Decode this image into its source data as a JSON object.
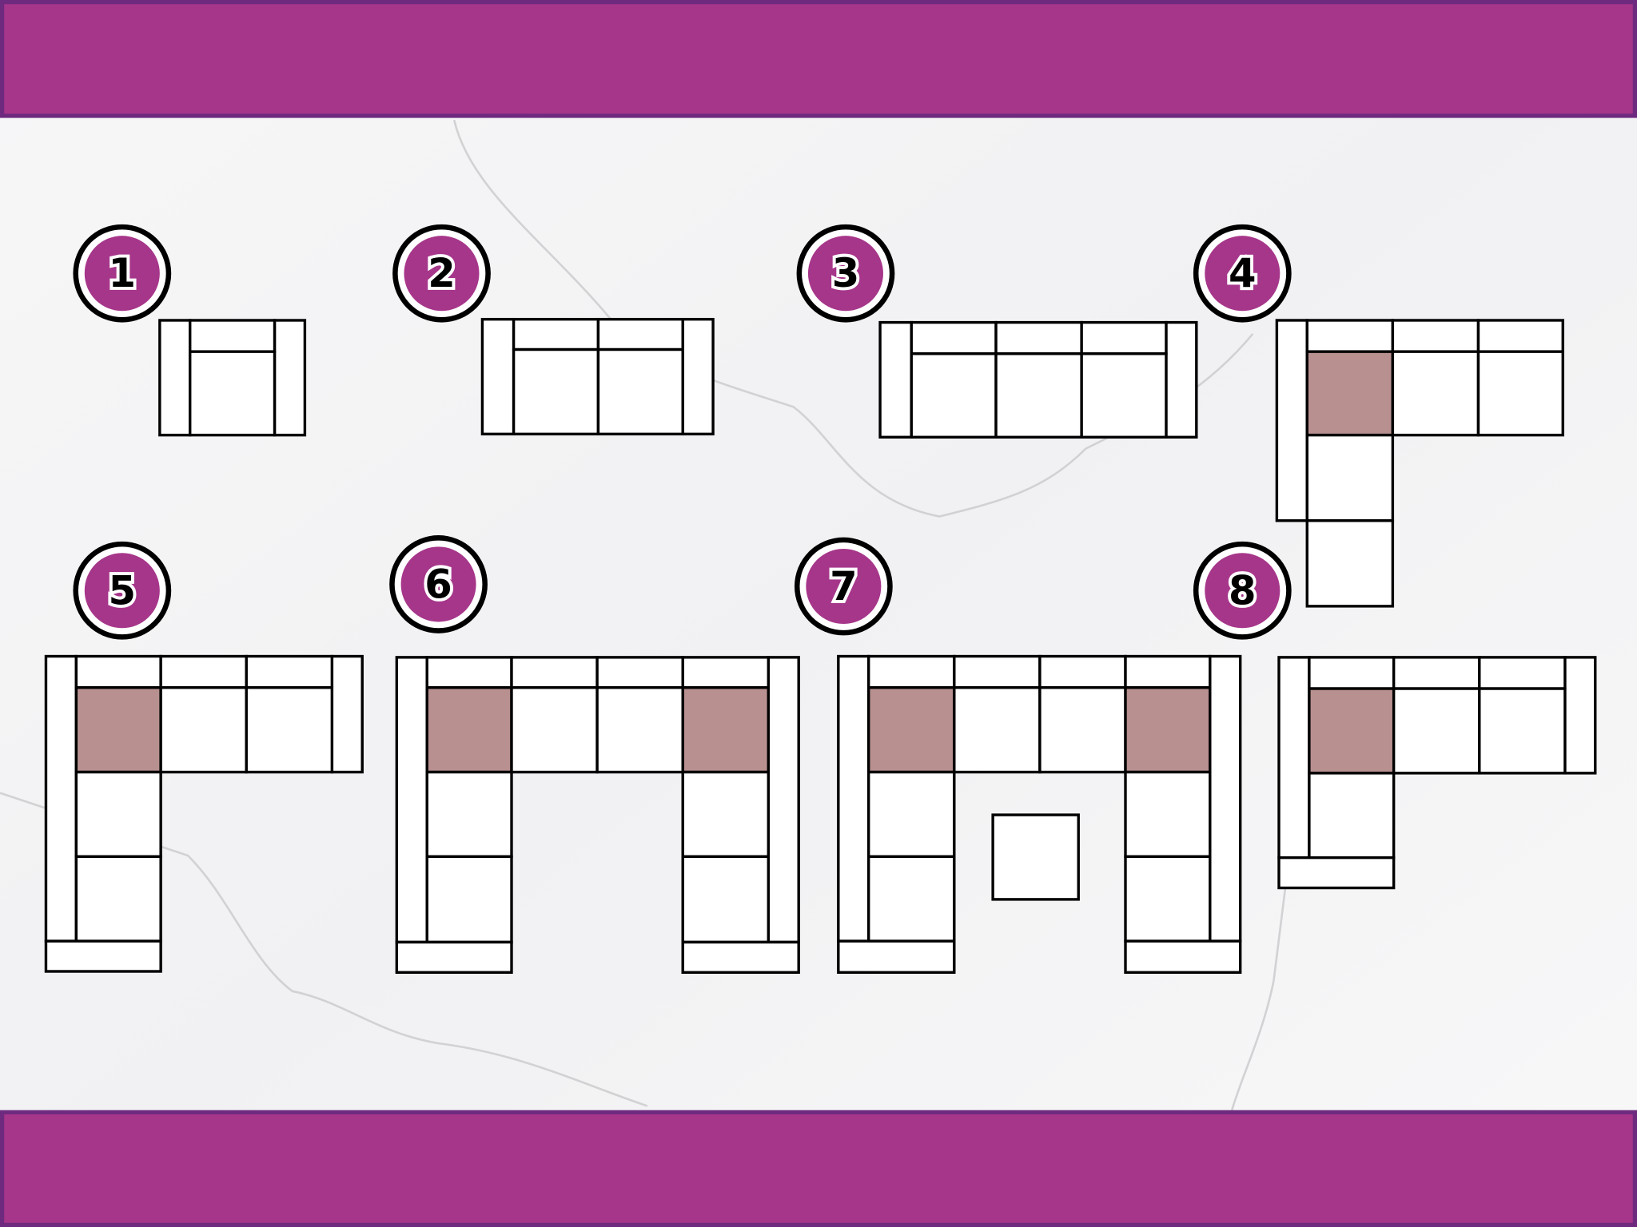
{
  "colors": {
    "banner": "#a6368a",
    "banner_border": "#6e2a7e",
    "shaded_seat": "#b89090",
    "background": "#f4f4f5"
  },
  "layouts": [
    {
      "number": "1",
      "type": "armchair"
    },
    {
      "number": "2",
      "type": "two-seat sofa"
    },
    {
      "number": "3",
      "type": "three-seat sofa"
    },
    {
      "number": "4",
      "type": "corner sofa with chaise"
    },
    {
      "number": "5",
      "type": "corner sofa with chaise"
    },
    {
      "number": "6",
      "type": "u-shaped sofa"
    },
    {
      "number": "7",
      "type": "u-shaped sofa with ottoman"
    },
    {
      "number": "8",
      "type": "corner sofa"
    }
  ]
}
